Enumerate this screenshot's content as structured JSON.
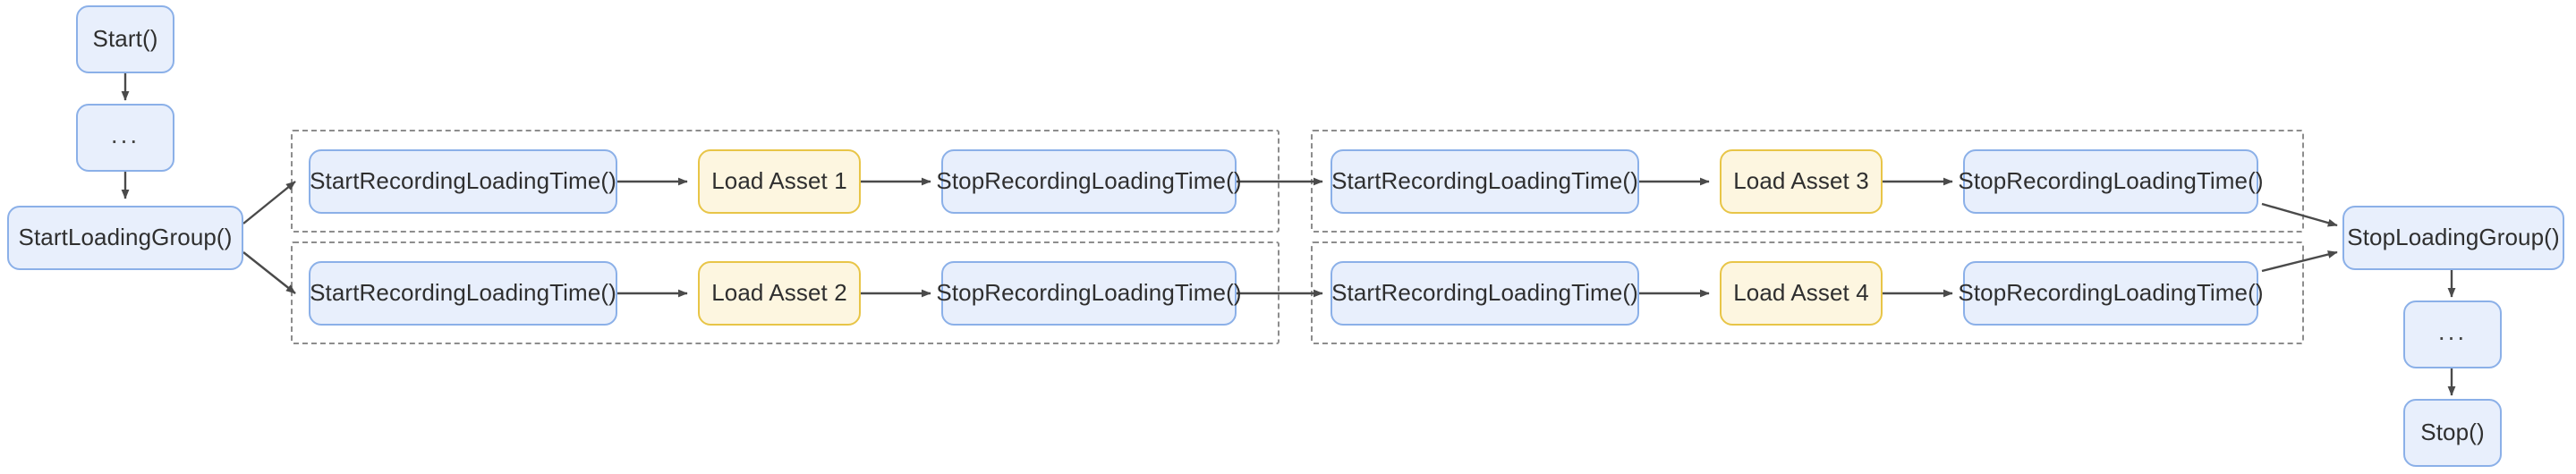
{
  "diagram": {
    "type": "flowchart",
    "title": "",
    "orientation": "left-to-right",
    "palette": {
      "blue_fill": "#e8effc",
      "blue_border": "#8bb0e8",
      "yellow_fill": "#fdf6e0",
      "yellow_border": "#e8c547",
      "edge_color": "#4a4a4a",
      "group_border": "#8d8d8d",
      "text_color": "#2f2f2f",
      "background": "#ffffff"
    }
  },
  "entry": {
    "start_label": "Start()",
    "ellipsis_label": "...",
    "start_loading_group_label": "StartLoadingGroup()"
  },
  "exit": {
    "stop_loading_group_label": "StopLoadingGroup()",
    "ellipsis_label": "...",
    "stop_label": "Stop()"
  },
  "groups": [
    {
      "id": "group-1-row-1",
      "nodes": [
        {
          "label": "StartRecordingLoadingTime()",
          "style": "blue"
        },
        {
          "label": "Load Asset 1",
          "style": "yellow"
        },
        {
          "label": "StopRecordingLoadingTime()",
          "style": "blue"
        }
      ]
    },
    {
      "id": "group-1-row-2",
      "nodes": [
        {
          "label": "StartRecordingLoadingTime()",
          "style": "blue"
        },
        {
          "label": "Load Asset 2",
          "style": "yellow"
        },
        {
          "label": "StopRecordingLoadingTime()",
          "style": "blue"
        }
      ]
    },
    {
      "id": "group-2-row-1",
      "nodes": [
        {
          "label": "StartRecordingLoadingTime()",
          "style": "blue"
        },
        {
          "label": "Load Asset 3",
          "style": "yellow"
        },
        {
          "label": "StopRecordingLoadingTime()",
          "style": "blue"
        }
      ]
    },
    {
      "id": "group-2-row-2",
      "nodes": [
        {
          "label": "StartRecordingLoadingTime()",
          "style": "blue"
        },
        {
          "label": "Load Asset 4",
          "style": "yellow"
        },
        {
          "label": "StopRecordingLoadingTime()",
          "style": "blue"
        }
      ]
    }
  ]
}
